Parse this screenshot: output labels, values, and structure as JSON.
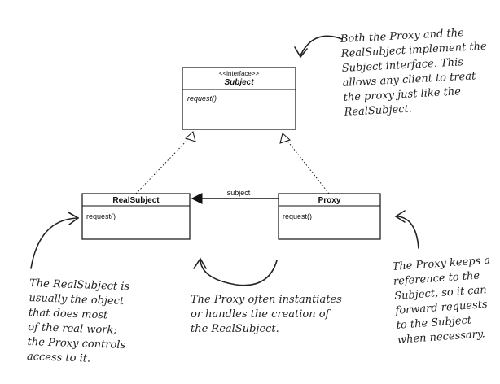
{
  "subject_class": {
    "stereotype": "<<interface>>",
    "name": "Subject",
    "method": "request()"
  },
  "realsubject_class": {
    "name": "RealSubject",
    "method": "request()"
  },
  "proxy_class": {
    "name": "Proxy",
    "method": "request()"
  },
  "association_label": "subject",
  "notes": {
    "top_right": [
      "Both the Proxy and the",
      "RealSubject implement the",
      "Subject interface.  This",
      "allows any client to treat",
      "the proxy just like the",
      "RealSubject."
    ],
    "bottom_left": [
      "The RealSubject is",
      "usually the object",
      "that does most",
      "of the real work;",
      "the Proxy controls",
      "access to it."
    ],
    "bottom_center": [
      "The Proxy often instantiates",
      "or handles the creation of",
      "the RealSubject."
    ],
    "bottom_right": [
      "The Proxy keeps a",
      "reference to the",
      "Subject, so it can",
      "forward requests",
      "to the Subject",
      "when necessary."
    ]
  }
}
